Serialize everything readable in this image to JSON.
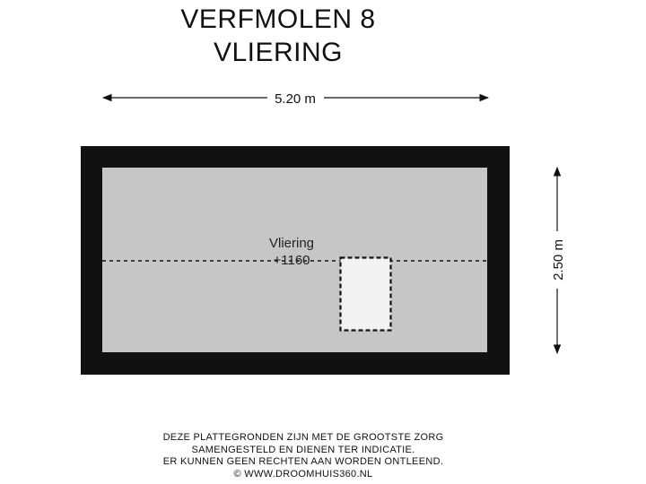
{
  "title": {
    "line1": "VERFMOLEN 8",
    "line2": "VLIERING"
  },
  "dimensions": {
    "width": "5.20 m",
    "height": "2.50 m"
  },
  "room": {
    "name": "Vliering",
    "level": "+1160"
  },
  "footer": {
    "line1": "DEZE PLATTEGRONDEN ZIJN MET DE GROOTSTE ZORG",
    "line2": "SAMENGESTELD EN DIENEN TER INDICATIE.",
    "line3": "ER KUNNEN GEEN RECHTEN AAN WORDEN ONTLEEND.",
    "line4": "© WWW.DROOMHUIS360.NL"
  },
  "colors": {
    "wall": "#111111",
    "floor": "#c6c6c6",
    "hatch": "#f2f2f2",
    "line": "#111111"
  }
}
